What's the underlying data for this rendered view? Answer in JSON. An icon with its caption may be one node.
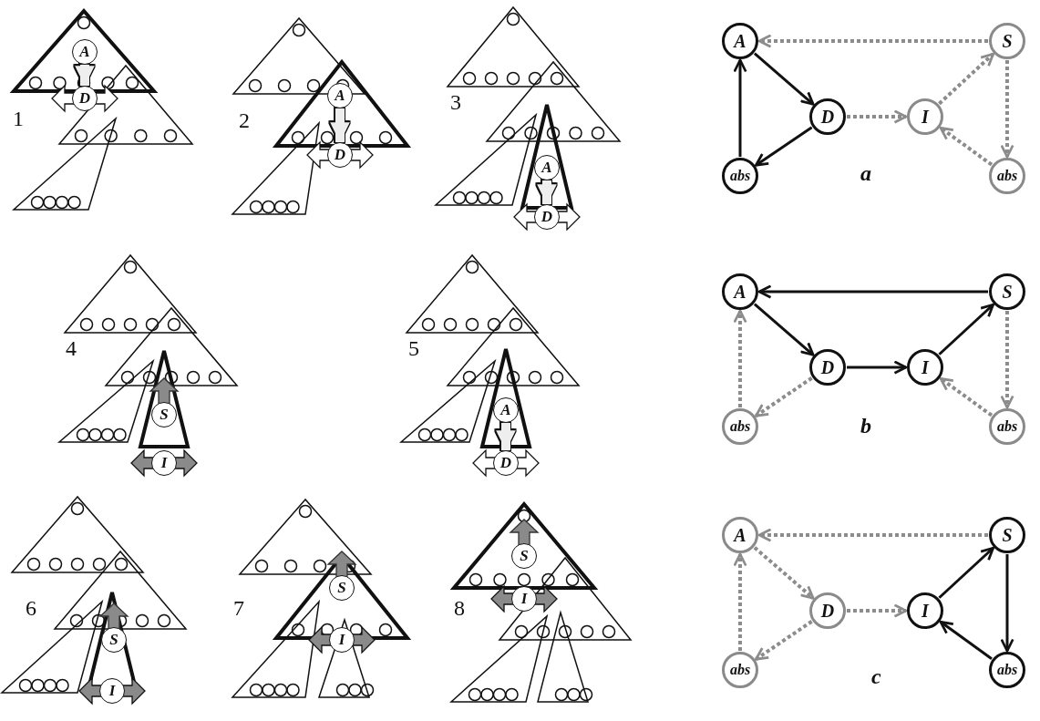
{
  "diagram": {
    "nodes": [
      {
        "text": [
          "A"
        ]
      },
      {
        "text": [
          "D"
        ]
      },
      {
        "text": [
          "A"
        ]
      },
      {
        "text": [
          "D"
        ]
      },
      {
        "text": [
          "A"
        ]
      },
      {
        "text": [
          "D"
        ]
      },
      {
        "text": [
          "S"
        ]
      },
      {
        "text": [
          "I"
        ]
      },
      {
        "text": [
          "A"
        ]
      },
      {
        "text": [
          "D"
        ]
      },
      {
        "text": [
          "S"
        ]
      },
      {
        "text": [
          "I"
        ]
      },
      {
        "text": [
          "S"
        ]
      },
      {
        "text": [
          "I"
        ]
      },
      {
        "text": [
          "S"
        ]
      },
      {
        "text": [
          "I"
        ]
      },
      {
        "text": [
          "A"
        ]
      },
      {
        "text": [
          "S"
        ]
      },
      {
        "text": [
          "D"
        ]
      },
      {
        "text": [
          "I"
        ]
      },
      {
        "text": [
          "abs"
        ]
      },
      {
        "text": [
          "abs"
        ]
      },
      {
        "text": [
          "A"
        ]
      },
      {
        "text": [
          "S"
        ]
      },
      {
        "text": [
          "D"
        ]
      },
      {
        "text": [
          "I"
        ]
      },
      {
        "text": [
          "abs"
        ]
      },
      {
        "text": [
          "abs"
        ]
      },
      {
        "text": [
          "A"
        ]
      },
      {
        "text": [
          "S"
        ]
      },
      {
        "text": [
          "D"
        ]
      },
      {
        "text": [
          "I"
        ]
      },
      {
        "text": [
          "abs"
        ]
      },
      {
        "text": [
          "abs"
        ]
      }
    ],
    "edges": [
      {
        "from": 0,
        "to": 1,
        "arrow": "to",
        "style": "thick",
        "color": "#eeeeee"
      },
      {
        "from": 2,
        "to": 3,
        "arrow": "to",
        "style": "thick",
        "color": "#eeeeee"
      },
      {
        "from": 4,
        "to": 5,
        "arrow": "to",
        "style": "thick",
        "color": "#eeeeee"
      },
      {
        "from": 8,
        "to": 9,
        "arrow": "to",
        "style": "thick",
        "color": "#eeeeee"
      },
      {
        "from": 17,
        "to": 16,
        "arrow": "to",
        "style": "dashed",
        "color": "#8c8c8c"
      },
      {
        "from": 16,
        "to": 18,
        "arrow": "to",
        "color": "#111111"
      },
      {
        "from": 18,
        "to": 20,
        "arrow": "to",
        "color": "#111111"
      },
      {
        "from": 20,
        "to": 16,
        "arrow": "to",
        "color": "#111111"
      },
      {
        "from": 18,
        "to": 19,
        "arrow": "to",
        "style": "dashed",
        "color": "#8c8c8c"
      },
      {
        "from": 19,
        "to": 17,
        "arrow": "to",
        "style": "dashed",
        "color": "#8c8c8c"
      },
      {
        "from": 17,
        "to": 21,
        "arrow": "to",
        "style": "dashed",
        "color": "#8c8c8c"
      },
      {
        "from": 21,
        "to": 19,
        "arrow": "to",
        "style": "dashed",
        "color": "#8c8c8c"
      },
      {
        "from": 23,
        "to": 22,
        "arrow": "to",
        "color": "#111111"
      },
      {
        "from": 22,
        "to": 24,
        "arrow": "to",
        "color": "#111111"
      },
      {
        "from": 24,
        "to": 25,
        "arrow": "to",
        "color": "#111111"
      },
      {
        "from": 25,
        "to": 23,
        "arrow": "to",
        "color": "#111111"
      },
      {
        "from": 24,
        "to": 26,
        "arrow": "to",
        "style": "dashed",
        "color": "#8c8c8c"
      },
      {
        "from": 26,
        "to": 22,
        "arrow": "to",
        "style": "dashed",
        "color": "#8c8c8c"
      },
      {
        "from": 23,
        "to": 27,
        "arrow": "to",
        "style": "dashed",
        "color": "#8c8c8c"
      },
      {
        "from": 27,
        "to": 25,
        "arrow": "to",
        "style": "dashed",
        "color": "#8c8c8c"
      },
      {
        "from": 29,
        "to": 28,
        "arrow": "to",
        "style": "dashed",
        "color": "#8c8c8c"
      },
      {
        "from": 28,
        "to": 30,
        "arrow": "to",
        "style": "dashed",
        "color": "#8c8c8c"
      },
      {
        "from": 30,
        "to": 32,
        "arrow": "to",
        "style": "dashed",
        "color": "#8c8c8c"
      },
      {
        "from": 32,
        "to": 28,
        "arrow": "to",
        "style": "dashed",
        "color": "#8c8c8c"
      },
      {
        "from": 30,
        "to": 31,
        "arrow": "to",
        "style": "dashed",
        "color": "#8c8c8c"
      },
      {
        "from": 31,
        "to": 29,
        "arrow": "to",
        "color": "#111111"
      },
      {
        "from": 29,
        "to": 33,
        "arrow": "to",
        "color": "#111111"
      },
      {
        "from": 33,
        "to": 31,
        "arrow": "to",
        "color": "#111111"
      }
    ],
    "labels": [
      "1",
      "2",
      "3",
      "a",
      "4",
      "5",
      "b",
      "6",
      "7",
      "8",
      "c"
    ]
  }
}
